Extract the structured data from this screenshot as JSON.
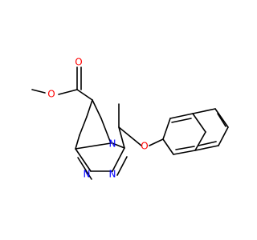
{
  "structure": {
    "atoms": {
      "O_ester_double": {
        "symbol": "O",
        "color": "#ff0000"
      },
      "O_ester_single": {
        "symbol": "O",
        "color": "#ff0000"
      },
      "N4": {
        "symbol": "N",
        "color": "#0000ff"
      },
      "N1": {
        "symbol": "N",
        "color": "#0000ff"
      },
      "N2": {
        "symbol": "N",
        "color": "#0000ff"
      },
      "O_ether": {
        "symbol": "O",
        "color": "#ff0000"
      }
    },
    "bond_color": "#000000"
  }
}
